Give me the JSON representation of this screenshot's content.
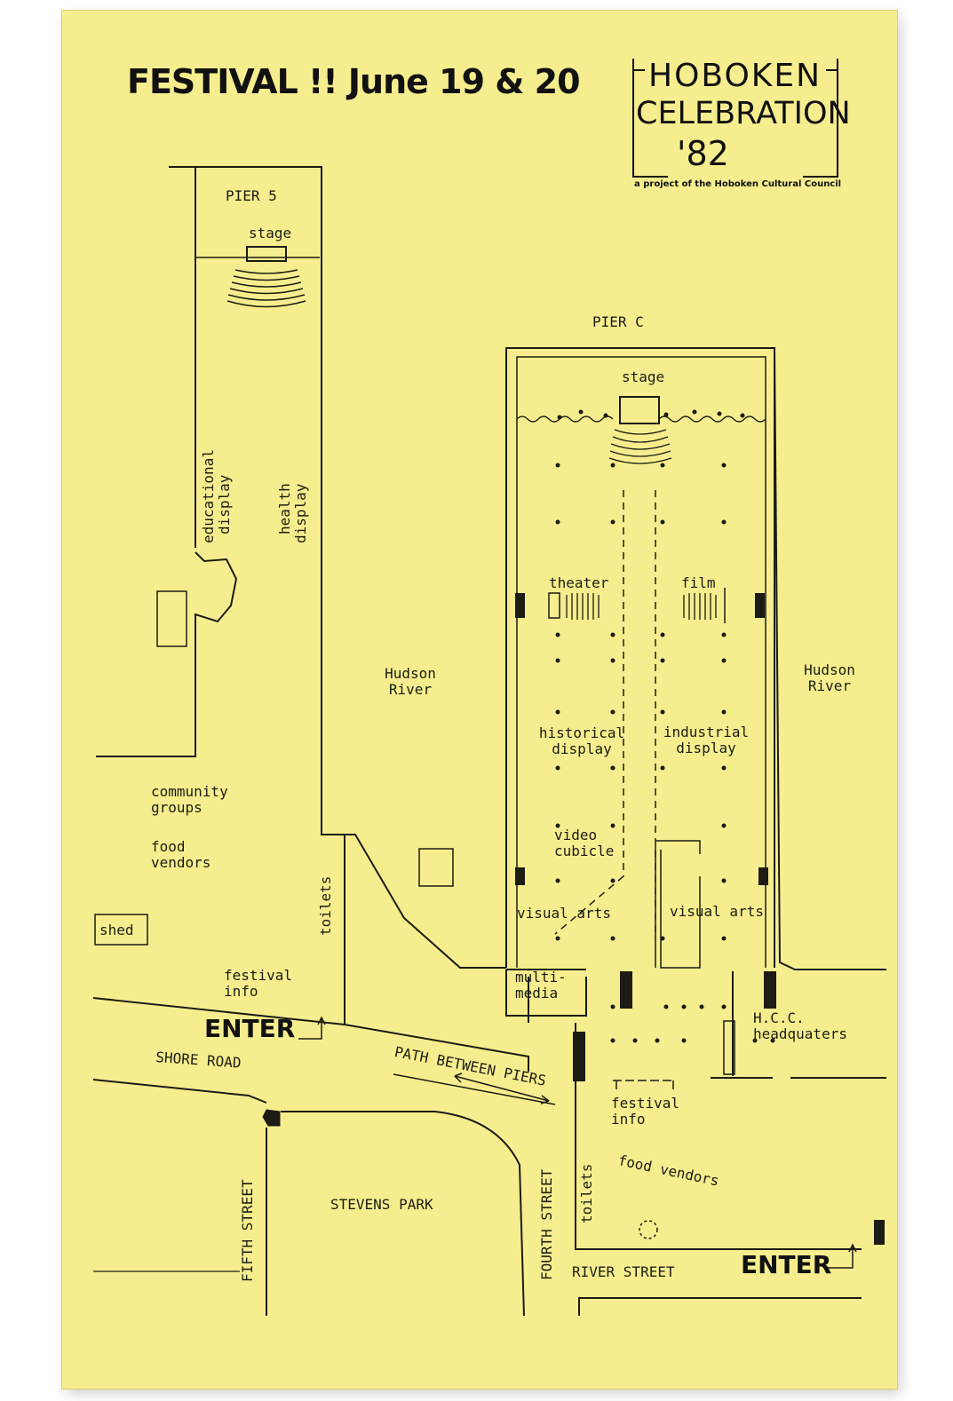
{
  "header": {
    "title": "FESTIVAL !! June 19 & 20"
  },
  "logo": {
    "line1": "HOBOKEN",
    "line2": "CELEBRATION",
    "line3": "'82",
    "tagline": "a project of the Hoboken Cultural Council"
  },
  "labels": {
    "pier5": "PIER 5",
    "stage_pier5": "stage",
    "educational": "educational",
    "educational_2": "display",
    "health": "health",
    "health_2": "display",
    "hudson_river_mid_1": "Hudson",
    "hudson_river_mid_2": "River",
    "pierc": "PIER C",
    "stage_pierc": "stage",
    "theater": "theater",
    "film": "film",
    "hudson_river_right_1": "Hudson",
    "hudson_river_right_2": "River",
    "historical_1": "historical",
    "historical_2": "display",
    "industrial_1": "industrial",
    "industrial_2": "display",
    "video_1": "video",
    "video_2": "cubicle",
    "visual_arts_left": "visual arts",
    "visual_arts_right": "visual arts",
    "community_1": "community",
    "community_2": "groups",
    "food_1": "food",
    "food_2": "vendors",
    "shed": "shed",
    "toilets_left": "toilets",
    "festival_info_left_1": "festival",
    "festival_info_left_2": "info",
    "multimedia_1": "multi-",
    "multimedia_2": "media",
    "hcc_1": "H.C.C.",
    "hcc_2": "headquaters",
    "enter_left": "ENTER",
    "shore_road": "SHORE ROAD",
    "path_between": "PATH BETWEEN PIERS",
    "festival_info_right_1": "festival",
    "festival_info_right_2": "info",
    "food_vendors_right": "food vendors",
    "fifth_street": "FIFTH STREET",
    "stevens_park": "STEVENS PARK",
    "fourth_street": "FOURTH STREET",
    "toilets_right": "toilets",
    "river_street": "RIVER STREET",
    "enter_right": "ENTER"
  },
  "colors": {
    "paper": "#f6ee8e",
    "ink": "#1c1c14"
  }
}
